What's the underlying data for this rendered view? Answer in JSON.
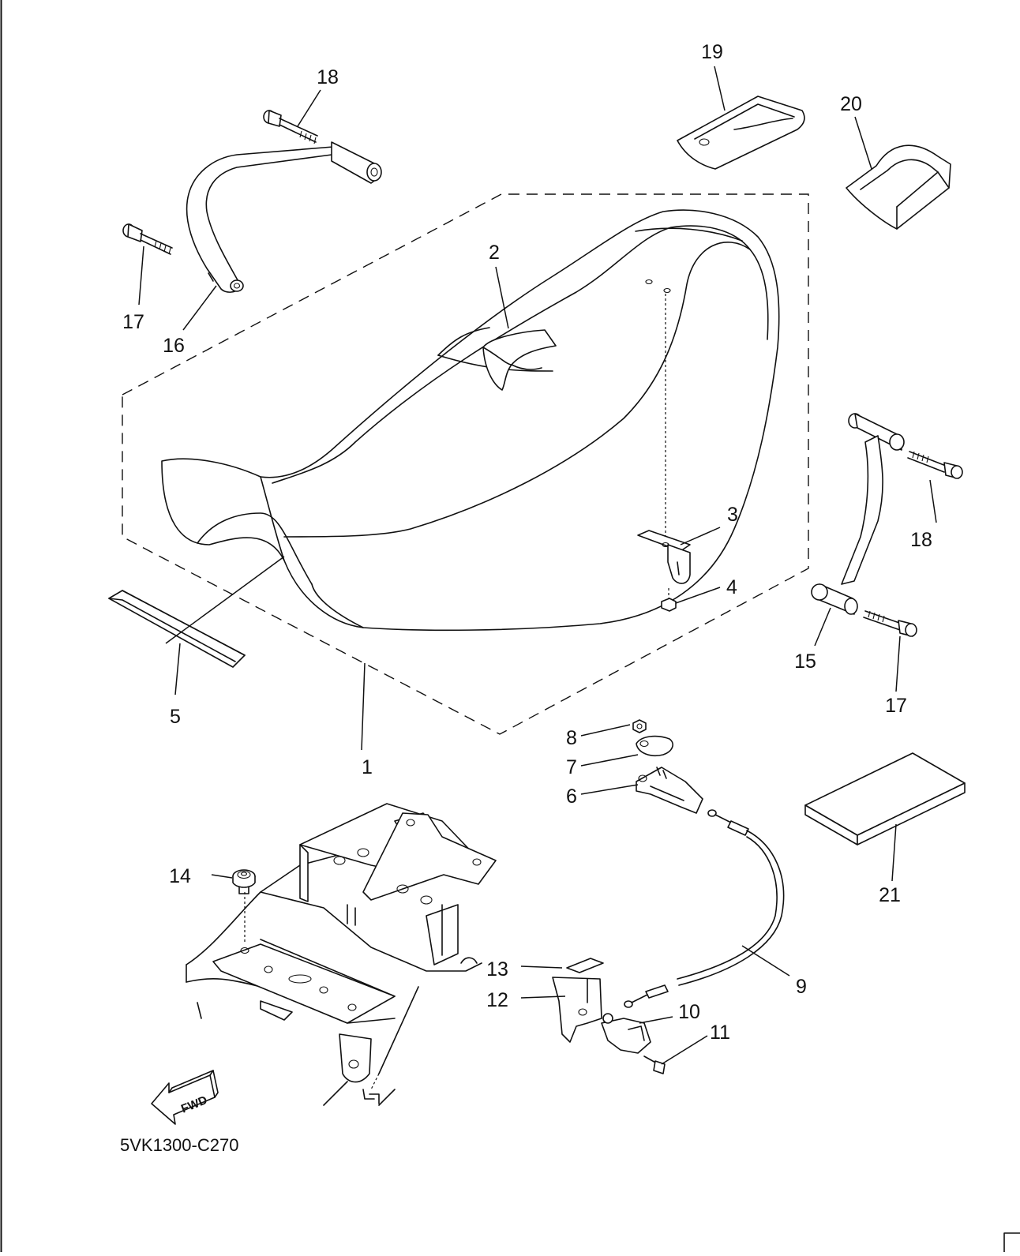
{
  "diagram": {
    "drawing_code": "5VK1300-C270",
    "direction_label": "FWD",
    "callouts": [
      {
        "id": "c1",
        "label": "1"
      },
      {
        "id": "c2",
        "label": "2"
      },
      {
        "id": "c3",
        "label": "3"
      },
      {
        "id": "c4",
        "label": "4"
      },
      {
        "id": "c5",
        "label": "5"
      },
      {
        "id": "c6",
        "label": "6"
      },
      {
        "id": "c7",
        "label": "7"
      },
      {
        "id": "c8",
        "label": "8"
      },
      {
        "id": "c9",
        "label": "9"
      },
      {
        "id": "c10",
        "label": "10"
      },
      {
        "id": "c11",
        "label": "11"
      },
      {
        "id": "c12",
        "label": "12"
      },
      {
        "id": "c13",
        "label": "13"
      },
      {
        "id": "c14",
        "label": "14"
      },
      {
        "id": "c15",
        "label": "15"
      },
      {
        "id": "c16",
        "label": "16"
      },
      {
        "id": "c17a",
        "label": "17"
      },
      {
        "id": "c17b",
        "label": "17"
      },
      {
        "id": "c18a",
        "label": "18"
      },
      {
        "id": "c18b",
        "label": "18"
      },
      {
        "id": "c19",
        "label": "19"
      },
      {
        "id": "c20",
        "label": "20"
      },
      {
        "id": "c21",
        "label": "21"
      }
    ]
  }
}
